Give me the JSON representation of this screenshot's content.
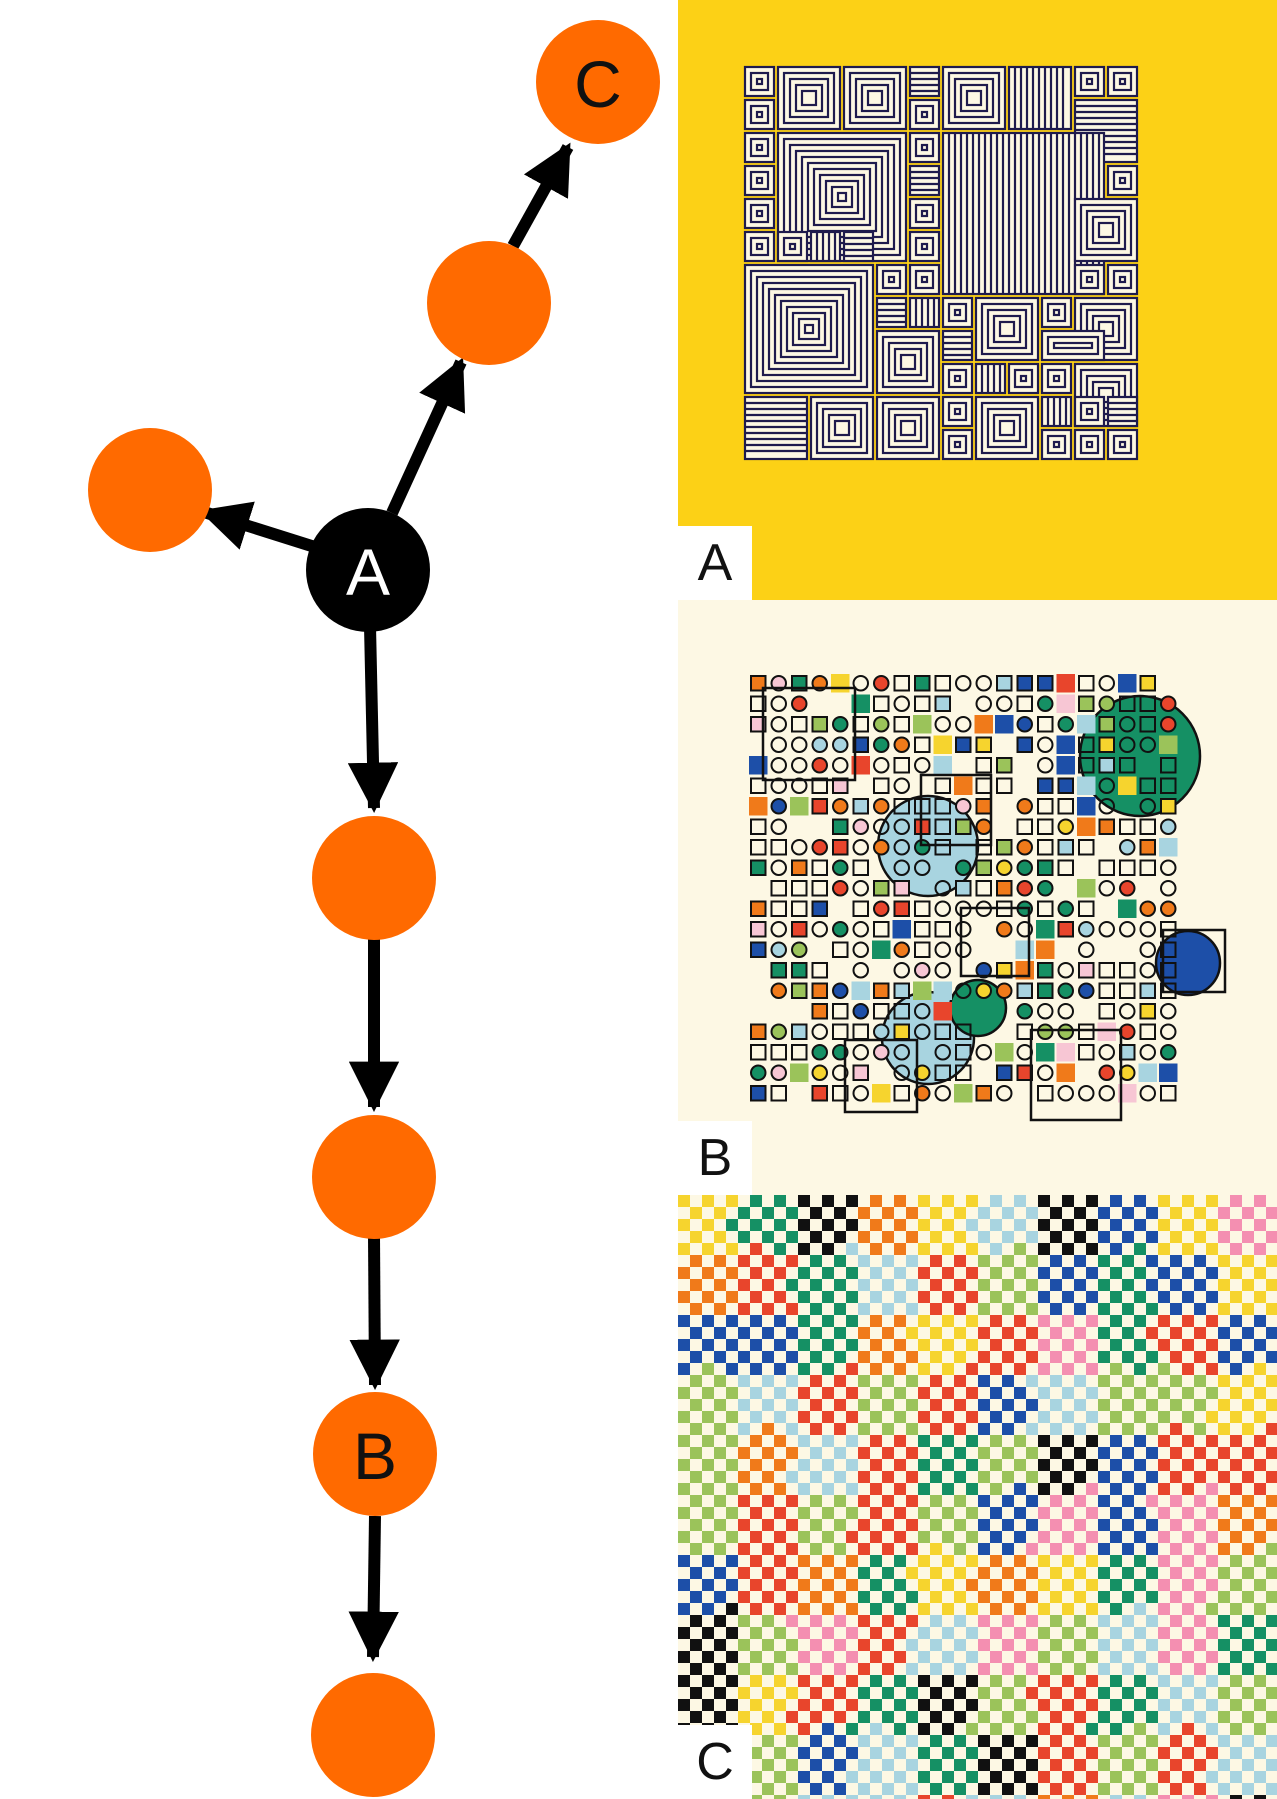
{
  "graph": {
    "node_color": "#FF6A00",
    "root_color": "#000000",
    "edge_color": "#000000",
    "labels": {
      "a": "A",
      "b": "B",
      "c": "C"
    }
  },
  "panels": [
    {
      "label": "A",
      "background": "#FCD116",
      "stroke": "#1F1B4D"
    },
    {
      "label": "B",
      "background": "#FDF8E4",
      "palette": [
        "#E8452C",
        "#159064",
        "#1D4FA8",
        "#A8D4E0",
        "#F7C6D4",
        "#9BC35A",
        "#F6D42E",
        "#F07A1A"
      ]
    },
    {
      "label": "C",
      "background": "#FDF8E4",
      "palette": [
        "#1D4FA8",
        "#E8452C",
        "#159064",
        "#111111",
        "#A8D4E0",
        "#F07A1A",
        "#F6D42E",
        "#9BC35A",
        "#F48FB1"
      ]
    }
  ]
}
